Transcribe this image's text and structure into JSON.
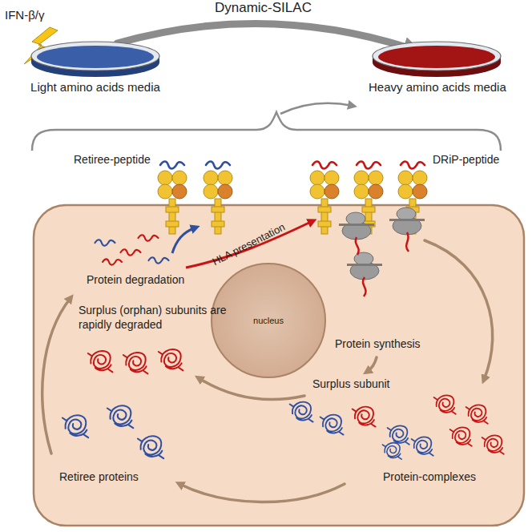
{
  "diagram": {
    "nodes": [
      {
        "text": [
          "Light amino acids media"
        ]
      },
      {
        "text": [
          "Heavy amino acids media"
        ]
      },
      {
        "text": [
          "nucleus"
        ]
      }
    ],
    "edges": [
      {
        "from": 0,
        "to": 1,
        "arrow": "to",
        "label": "Dynamic-SILAC"
      }
    ],
    "labels": [
      "IFN-β/γ",
      "Retiree-peptide",
      "DRiP-peptide",
      "HLA presentation",
      "Protein degradation",
      "Surplus (orphan) subunits are rapidly degraded",
      "Protein synthesis",
      "Surplus subunit",
      "Protein-complexes",
      "Retiree proteins"
    ]
  }
}
